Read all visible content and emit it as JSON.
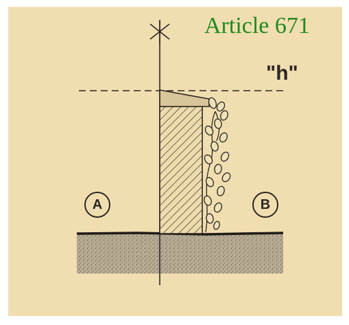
{
  "title": "Article 671",
  "colors": {
    "title": "#1f8a1f",
    "background": "#f1deb0",
    "ink": "#2a2622"
  },
  "labels": {
    "height_mark": "\"h\"",
    "property_a": "A",
    "property_b": "B"
  },
  "icons": [
    "star-icon"
  ]
}
